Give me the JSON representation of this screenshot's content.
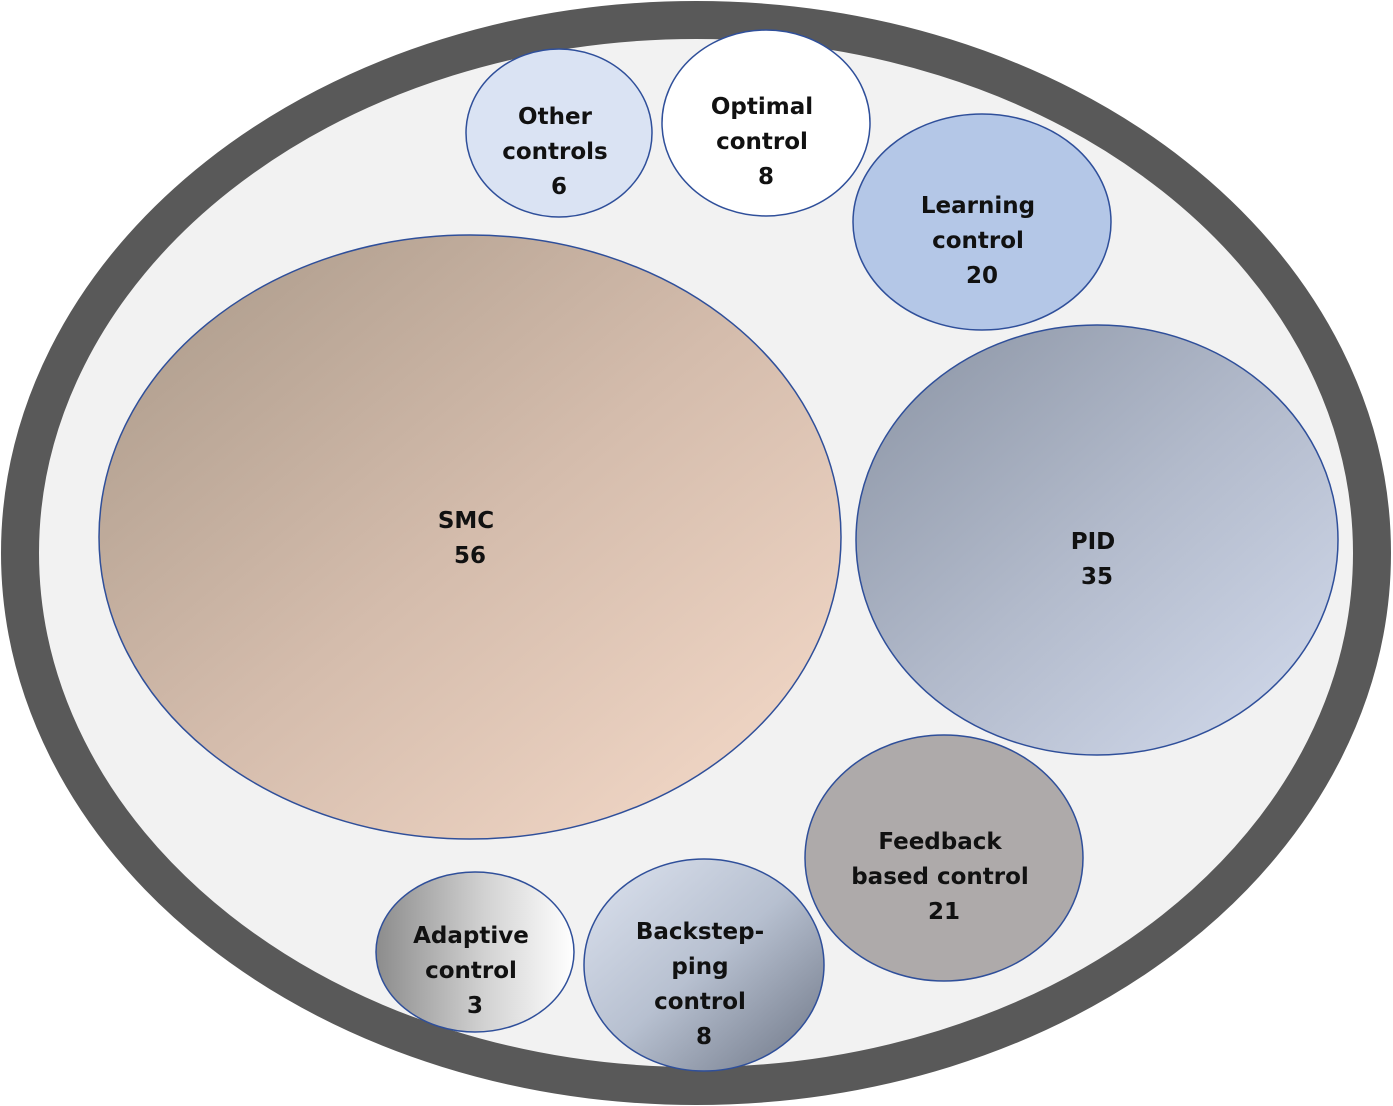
{
  "diagram": {
    "colors": {
      "outer_ring": "#595959",
      "inner_fill": "#f2f2f2",
      "bubble_stroke": "#2f4f9a",
      "text": "#111111"
    },
    "bubbles": [
      {
        "id": "other-controls",
        "lines": [
          "Other",
          "controls"
        ],
        "value": "6"
      },
      {
        "id": "optimal-control",
        "lines": [
          "Optimal",
          "control"
        ],
        "value": "8"
      },
      {
        "id": "learning-control",
        "lines": [
          "Learning",
          "control"
        ],
        "value": "20"
      },
      {
        "id": "smc",
        "lines": [
          "SMC"
        ],
        "value": "56"
      },
      {
        "id": "pid",
        "lines": [
          "PID"
        ],
        "value": "35"
      },
      {
        "id": "feedback-based-control",
        "lines": [
          "Feedback",
          "based control"
        ],
        "value": "21"
      },
      {
        "id": "adaptive-control",
        "lines": [
          "Adaptive",
          "control"
        ],
        "value": "3"
      },
      {
        "id": "backstepping-control",
        "lines": [
          "Backstep-",
          "ping",
          "control"
        ],
        "value": "8"
      }
    ]
  }
}
